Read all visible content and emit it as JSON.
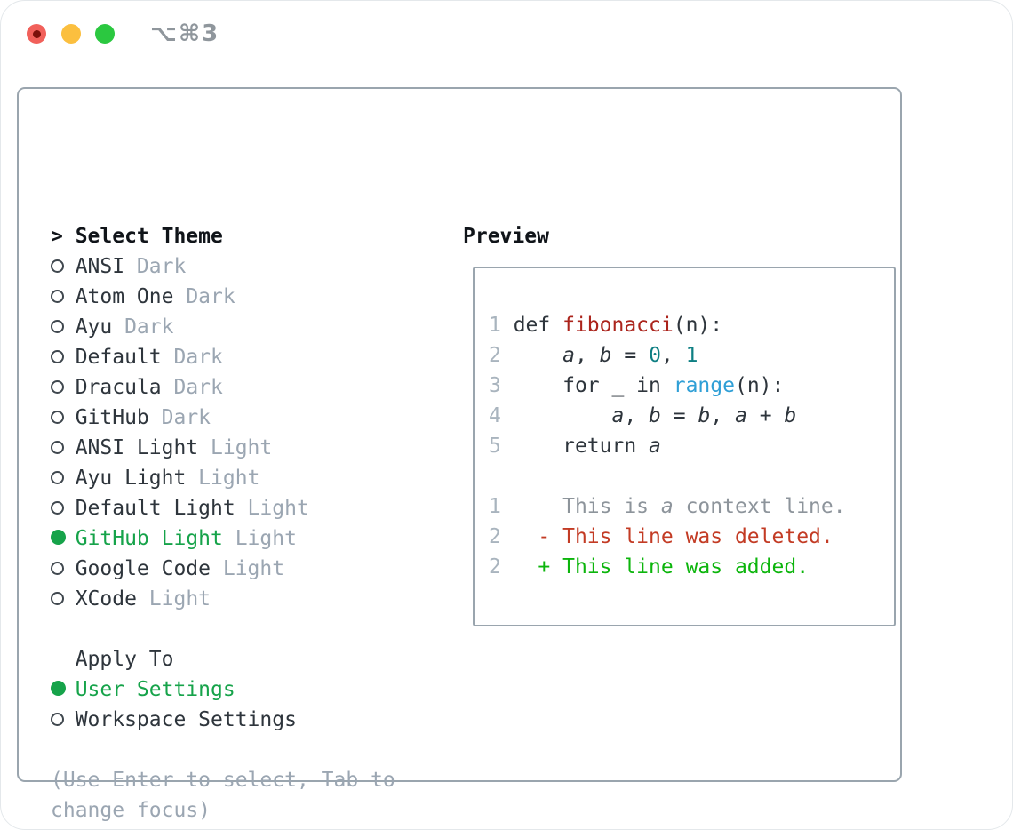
{
  "window": {
    "title": "⌥⌘3"
  },
  "theme_picker": {
    "header_marker": ">",
    "header": "Select Theme",
    "items": [
      {
        "name": "ANSI",
        "variant": "Dark",
        "selected": false
      },
      {
        "name": "Atom One",
        "variant": "Dark",
        "selected": false
      },
      {
        "name": "Ayu",
        "variant": "Dark",
        "selected": false
      },
      {
        "name": "Default",
        "variant": "Dark",
        "selected": false
      },
      {
        "name": "Dracula",
        "variant": "Dark",
        "selected": false
      },
      {
        "name": "GitHub",
        "variant": "Dark",
        "selected": false
      },
      {
        "name": "ANSI Light",
        "variant": "Light",
        "selected": false
      },
      {
        "name": "Ayu Light",
        "variant": "Light",
        "selected": false
      },
      {
        "name": "Default Light",
        "variant": "Light",
        "selected": false
      },
      {
        "name": "GitHub Light",
        "variant": "Light",
        "selected": true
      },
      {
        "name": "Google Code",
        "variant": "Light",
        "selected": false
      },
      {
        "name": "XCode",
        "variant": "Light",
        "selected": false
      }
    ],
    "apply_to": {
      "header": "Apply To",
      "options": [
        {
          "name": "User Settings",
          "selected": true
        },
        {
          "name": "Workspace Settings",
          "selected": false
        }
      ]
    },
    "hint_lines": [
      "(Use Enter to select, Tab to",
      "change focus)"
    ]
  },
  "preview": {
    "header": "Preview",
    "lines": [
      {
        "num": "1",
        "segments": [
          {
            "text": "def ",
            "style": "plain"
          },
          {
            "text": "fibonacci",
            "style": "fn"
          },
          {
            "text": "(n):",
            "style": "plain"
          }
        ]
      },
      {
        "num": "2",
        "segments": [
          {
            "text": "    ",
            "style": "plain"
          },
          {
            "text": "a",
            "style": "var"
          },
          {
            "text": ", ",
            "style": "plain"
          },
          {
            "text": "b",
            "style": "var"
          },
          {
            "text": " = ",
            "style": "plain"
          },
          {
            "text": "0",
            "style": "num"
          },
          {
            "text": ", ",
            "style": "plain"
          },
          {
            "text": "1",
            "style": "num"
          }
        ]
      },
      {
        "num": "3",
        "segments": [
          {
            "text": "    for _ in ",
            "style": "plain"
          },
          {
            "text": "range",
            "style": "builtin"
          },
          {
            "text": "(n):",
            "style": "plain"
          }
        ]
      },
      {
        "num": "4",
        "segments": [
          {
            "text": "        ",
            "style": "plain"
          },
          {
            "text": "a",
            "style": "var"
          },
          {
            "text": ", ",
            "style": "plain"
          },
          {
            "text": "b",
            "style": "var"
          },
          {
            "text": " = ",
            "style": "plain"
          },
          {
            "text": "b",
            "style": "var"
          },
          {
            "text": ", ",
            "style": "plain"
          },
          {
            "text": "a",
            "style": "var"
          },
          {
            "text": " + ",
            "style": "plain"
          },
          {
            "text": "b",
            "style": "var"
          }
        ]
      },
      {
        "num": "5",
        "segments": [
          {
            "text": "    return ",
            "style": "plain"
          },
          {
            "text": "a",
            "style": "var"
          }
        ]
      },
      {
        "num": "",
        "segments": []
      },
      {
        "num": "1",
        "segments": [
          {
            "text": "    This is ",
            "style": "ctx"
          },
          {
            "text": "a",
            "style": "ctx-var"
          },
          {
            "text": " context line.",
            "style": "ctx"
          }
        ]
      },
      {
        "num": "2",
        "segments": [
          {
            "text": "  - This line was deleted.",
            "style": "del"
          }
        ]
      },
      {
        "num": "2",
        "segments": [
          {
            "text": "  + This line was added.",
            "style": "add"
          }
        ]
      }
    ]
  },
  "colors": {
    "accent_green": "#16a34a",
    "added_green": "#0cb50c",
    "deleted_red": "#c33b24",
    "function_red": "#ab241c",
    "builtin_blue": "#2f9fd6",
    "number_teal": "#0e7f83",
    "text_dark": "#2e353c",
    "muted_gray": "#9ba6b2",
    "gutter_gray": "#a9b4be",
    "context_gray": "#8d949b",
    "border_gray": "#9aa5ae",
    "traffic_red": "#f1605a",
    "traffic_red_dot": "#7c100a",
    "traffic_yellow": "#fbbf3f",
    "traffic_green": "#2bc840",
    "title_gray": "#8f969c"
  }
}
